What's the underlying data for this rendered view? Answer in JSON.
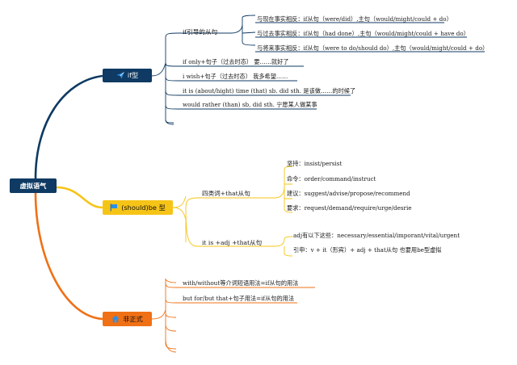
{
  "root": {
    "label": "虚拟语气"
  },
  "branches": [
    {
      "label": "if型",
      "icon": "send-icon",
      "color": "#0f3a63",
      "items": [
        {
          "label": "if引导的从句",
          "children": [
            "与现在事实相反：if从句（were/did）,主句（would/might/could + do）",
            "与过去事实相反：if从句（had done）,主句（would/might/could + have do）",
            "与将来事实相反：if从句（were to do/should do）,主句（would/might/could + do）"
          ]
        },
        {
          "label": "if only+句子（过去时态） 要……就好了"
        },
        {
          "label": "i wish+句子（过去时态） 我多希望……"
        },
        {
          "label": "it is (about/hight) time (that) sb. did sth. 是该做……的时候了"
        },
        {
          "label": "would rather (than) sb, did sth. 宁愿某人做某事"
        }
      ]
    },
    {
      "label": "(should)be 型",
      "icon": "flag-icon",
      "color": "#f6c417",
      "items": [
        {
          "label": "四类词+that从句",
          "children": [
            "坚持：insist/persist",
            "命令：order/command/instruct",
            "建议：suggest/advise/propose/recommend",
            "要求：request/demand/require/urge/desrie"
          ]
        },
        {
          "label": "it is +adj +that从句",
          "children": [
            "adj有以下这些：necessary/essential/imporant/vital/urgent",
            "引申：v + it（形宾）+ adj + that从句 也要用be型虚拟"
          ]
        }
      ]
    },
    {
      "label": "非正式",
      "icon": "home-icon",
      "color": "#f07015",
      "items": [
        {
          "label": "with/without等介词短语用法=if从句的用法"
        },
        {
          "label": "but for/but that+句子用法=if从句的用法"
        }
      ]
    }
  ]
}
